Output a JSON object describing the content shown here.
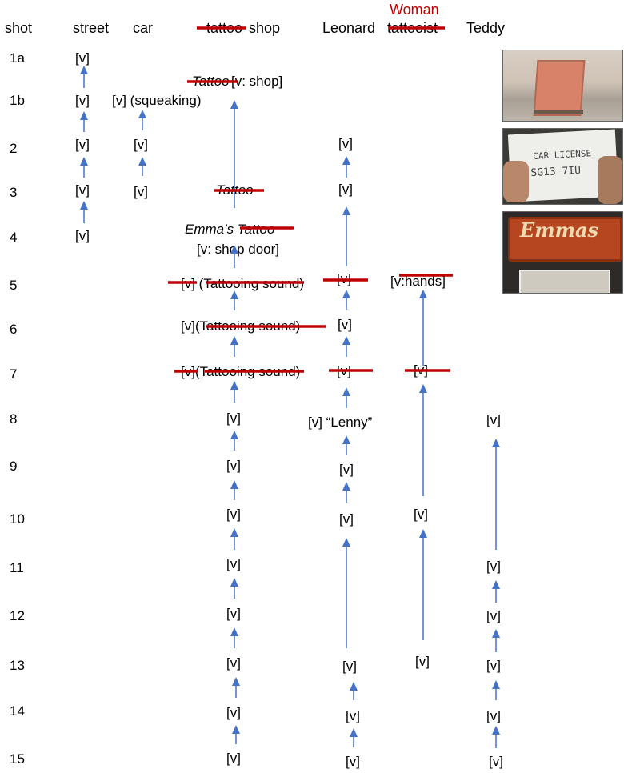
{
  "headers": {
    "shot": "shot",
    "street": "street",
    "car": "car",
    "shop_struck": "tattoo",
    "shop": " shop",
    "leonard": "Leonard",
    "woman": "Woman",
    "woman_struck": "tattooist",
    "teddy": "Teddy"
  },
  "shots": [
    "1a",
    "1b",
    "2",
    "3",
    "4",
    "5",
    "6",
    "7",
    "8",
    "9",
    "10",
    "11",
    "12",
    "13",
    "14",
    "15"
  ],
  "street": {
    "r1a": "[v]",
    "r1b": "[v]",
    "r2": "[v]",
    "r3": "[v]",
    "r4": "[v]"
  },
  "car": {
    "r1b": "[v] (squeaking)",
    "r2": "[v]",
    "r3": "[v]"
  },
  "shop": {
    "r1b_struck": "Tattoo",
    "r1b": " [v: shop]",
    "r3_struck": "Tattoo",
    "r4a": "Emma’s Tattoo",
    "r4b": "[v: shop door]",
    "r5": "[v] (Tattooing sound)",
    "r6": "[v](Tattooing sound)",
    "r7": "[v](Tattooing sound)",
    "r8": "[v]",
    "r9": "[v]",
    "r10": "[v]",
    "r11": "[v]",
    "r12": "[v]",
    "r13": "[v]",
    "r14": "[v]",
    "r15": "[v]"
  },
  "leonard": {
    "r2": "[v]",
    "r3": "[v]",
    "r5": "[v]",
    "r6": "[v]",
    "r7": "[v]",
    "r8": "[v] “Lenny”",
    "r9": "[v]",
    "r10": "[v]",
    "r13": "[v]",
    "r14": "[v]",
    "r15": "[v]"
  },
  "woman": {
    "r5": "[v:hands]",
    "r7": "[v]",
    "r10": "[v]",
    "r13": "[v]"
  },
  "teddy": {
    "r8": "[v]",
    "r11": "[v]",
    "r12": "[v]",
    "r13": "[v]",
    "r14": "[v]",
    "r15": "[v]"
  },
  "thumbnails": {
    "card_line1": "CAR LICENSE",
    "card_line2": "SG13 7IU",
    "emma_sign": "Emmas"
  },
  "colors": {
    "arrow": "#4472c4",
    "strike": "#c00000",
    "woman_header": "#c00000"
  },
  "icons": {
    "arrow": "up-arrow-icon",
    "strike": "strikethrough-mark"
  }
}
